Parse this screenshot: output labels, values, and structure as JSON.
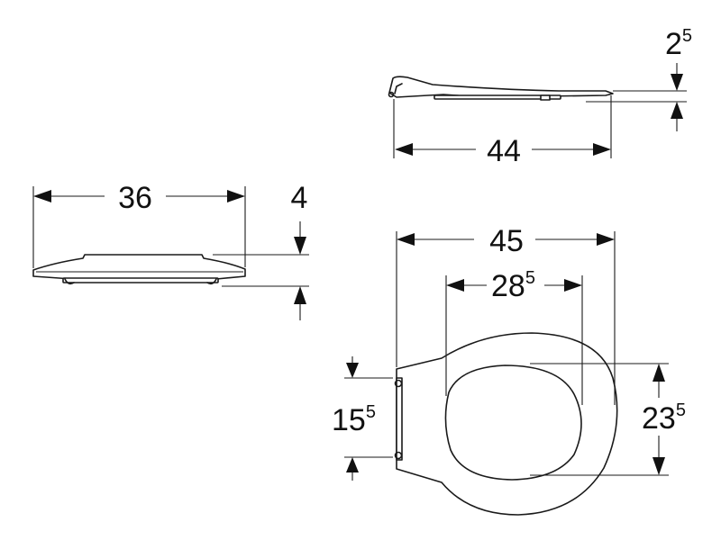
{
  "dimensions": {
    "top_view_length": {
      "main": "44",
      "sup": ""
    },
    "top_view_height": {
      "main": "2",
      "sup": "5"
    },
    "side_view_width": {
      "main": "36",
      "sup": ""
    },
    "side_view_height": {
      "main": "4",
      "sup": ""
    },
    "plan_outer_width": {
      "main": "45",
      "sup": ""
    },
    "plan_inner_width": {
      "main": "28",
      "sup": "5"
    },
    "plan_hinge_spacing": {
      "main": "15",
      "sup": "5"
    },
    "plan_inner_length": {
      "main": "23",
      "sup": "5"
    }
  },
  "colors": {
    "line": "#1a1a1a",
    "background": "#ffffff"
  }
}
